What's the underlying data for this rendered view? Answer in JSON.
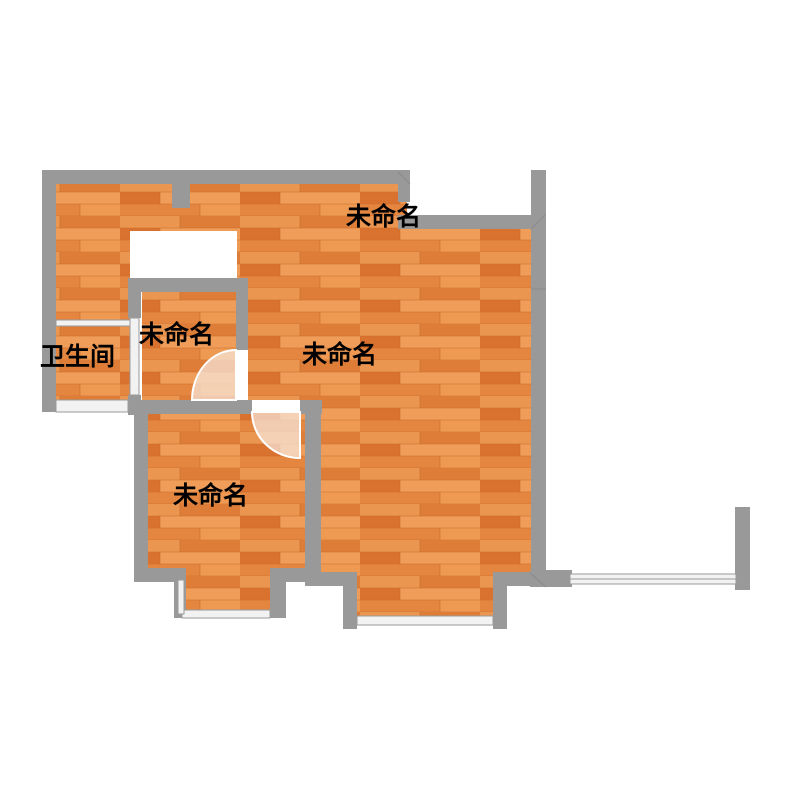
{
  "rooms": [
    {
      "id": "bathroom",
      "label": "卫生间"
    },
    {
      "id": "top",
      "label": "未命名"
    },
    {
      "id": "small",
      "label": "未命名"
    },
    {
      "id": "main",
      "label": "未命名"
    },
    {
      "id": "lower-left",
      "label": "未命名"
    }
  ],
  "colors": {
    "wall": "#999999",
    "wall_edge": "#8a8a8a",
    "floor_light": "#eb9650",
    "floor_dark": "#d9722e",
    "seam": "#c96a2c",
    "window": "#f2f2f2",
    "door_swing": "#f7e3d6"
  }
}
